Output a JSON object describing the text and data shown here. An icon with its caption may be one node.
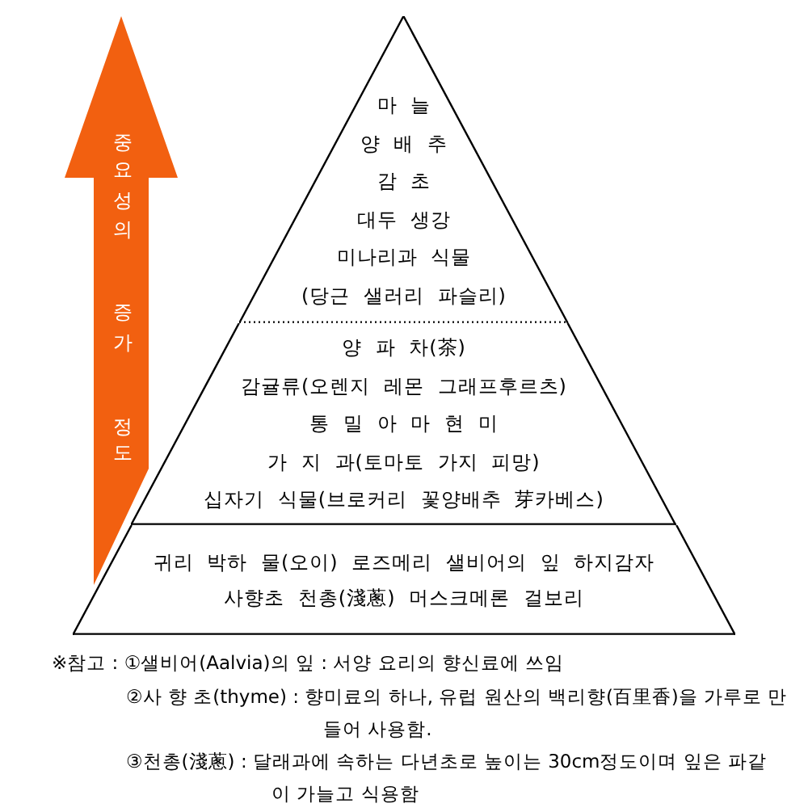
{
  "diagram": {
    "nodes": [
      {
        "text": [
          "마 늘",
          "양 배 추",
          "감 초",
          "대두 생강",
          "미나리과 식물",
          "(당근 샐러리 파슬리)"
        ]
      },
      {
        "text": [
          "양 파 차(茶)",
          "감귤류(오렌지 레몬 그래프후르츠)",
          "통 밀 아 마 현 미",
          "가 지 과(토마토 가지 피망)",
          "십자기 식물(브로커리 꽃양배추 芽카베스)"
        ]
      },
      {
        "text": [
          "귀리 박하 물(오이) 로즈메리 샐비어의 잎 하지감자",
          "사향초 천총(淺蔥) 머스크메론 걸보리"
        ]
      },
      {
        "text": [
          "중요성의 증가 정도"
        ]
      }
    ],
    "edges": [],
    "labels": [
      "※참고 : ①샐비어(Aalvia)의 잎 : 서양 요리의 향신료에 쓰임",
      "②사 향 초(thyme) : 향미료의 하나, 유럽 원산의 백리향(百里香)을 가루로 만들어 사용함.",
      "③천총(淺蔥) : 달래과에 속하는 다년초로 높이는 30cm정도이며 잎은 파같이 가늘고 식용함"
    ]
  }
}
